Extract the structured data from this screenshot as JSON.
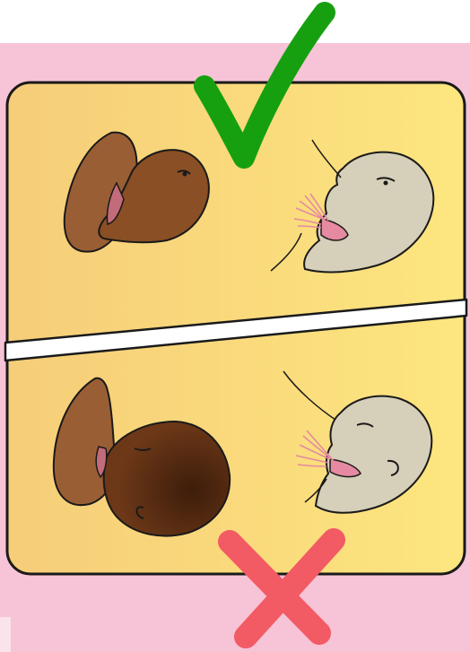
{
  "illustration": {
    "panels": [
      {
        "position": "top",
        "verdict": "correct",
        "mark_icon": "check-mark-icon"
      },
      {
        "position": "bottom",
        "verdict": "incorrect",
        "mark_icon": "cross-mark-icon"
      }
    ]
  },
  "colors": {
    "frame_background": "#f7c3d6",
    "panel_fill": "#fbe07f",
    "panel_gradient_start": "#f6cd79",
    "panel_gradient_end": "#fde67f",
    "divider": "#ffffff",
    "outline": "#1a1a1a",
    "check_mark": "#16a010",
    "cross_mark": "#f25a64",
    "mother_skin": "#9a5e34",
    "baby_skin_top": "#8a4f24",
    "baby_skin_bottom": "#5b2c13",
    "baby_detail_skin": "#d6cfb9",
    "mouth_pink": "#e58aa0"
  }
}
